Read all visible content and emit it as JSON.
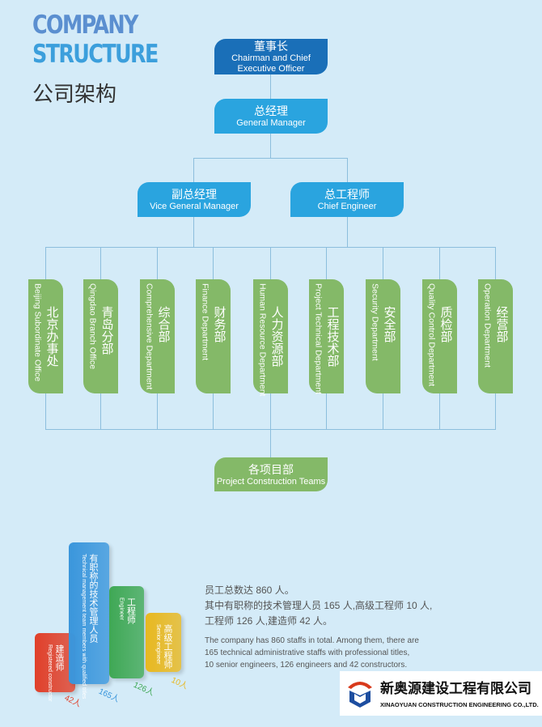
{
  "header": {
    "title_line1": "COMPANY",
    "title_line2": "STRUCTURE",
    "title_cn": "公司架构"
  },
  "org": {
    "chairman": {
      "cn": "董事长",
      "en": "Chairman and Chief Executive Officer"
    },
    "gm": {
      "cn": "总经理",
      "en": "General Manager"
    },
    "vgm": {
      "cn": "副总经理",
      "en": "Vice General Manager"
    },
    "chief_engineer": {
      "cn": "总工程师",
      "en": "Chief Engineer"
    },
    "departments": [
      {
        "cn": "北京办事处",
        "en": "Beijing Subordinate Office"
      },
      {
        "cn": "青岛分部",
        "en": "Qingdao  Branch Office"
      },
      {
        "cn": "综合部",
        "en": "Comprehensive Department"
      },
      {
        "cn": "财务部",
        "en": "Finance Department"
      },
      {
        "cn": "人力资源部",
        "en": "Human Resource Department"
      },
      {
        "cn": "工程技术部",
        "en": "Project Technical Department"
      },
      {
        "cn": "安全部",
        "en": "Security Department"
      },
      {
        "cn": "质检部",
        "en": "Quality Control Department"
      },
      {
        "cn": "经营部",
        "en": "Operation Department"
      }
    ],
    "teams": {
      "cn": "各项目部",
      "en": "Project Construction Teams"
    }
  },
  "chart_data": {
    "type": "bar",
    "categories": [
      "建造师 Registered constructor",
      "有职称的技术管理人员 Technical management team members with qualified titles",
      "工程师 Engineer",
      "高级工程师 Senior engineer"
    ],
    "values": [
      42,
      165,
      126,
      10
    ],
    "value_labels": [
      "42人",
      "165人",
      "126人",
      "10人"
    ],
    "colors": [
      "#e0402a",
      "#3a96dc",
      "#3fa855",
      "#e8b820"
    ]
  },
  "bars": [
    {
      "cn": "建造师",
      "en": "Registered constructor",
      "label": "42人"
    },
    {
      "cn": "有职称的技术管理人员",
      "en": "Technical management team members with qualified titles",
      "label": "165人"
    },
    {
      "cn": "工程师",
      "en": "Engineer",
      "label": "126人"
    },
    {
      "cn": "高级工程师",
      "en": "Senior engineer",
      "label": "10人"
    }
  ],
  "info": {
    "cn1": "员工总数达 860 人。",
    "cn2": "其中有职称的技术管理人员 165 人,高级工程师 10 人,",
    "cn3": "工程师 126 人,建造师 42 人。",
    "en1": "The company has 860 staffs in total. Among them, there are",
    "en2": "165 technical administrative staffs with professional titles,",
    "en3": "10 senior engineers, 126 engineers and 42 constructors."
  },
  "logo": {
    "cn": "新奥源建设工程有限公司",
    "en": "XINAOYUAN CONSTRUCTION ENGINEERING CO.,LTD."
  }
}
